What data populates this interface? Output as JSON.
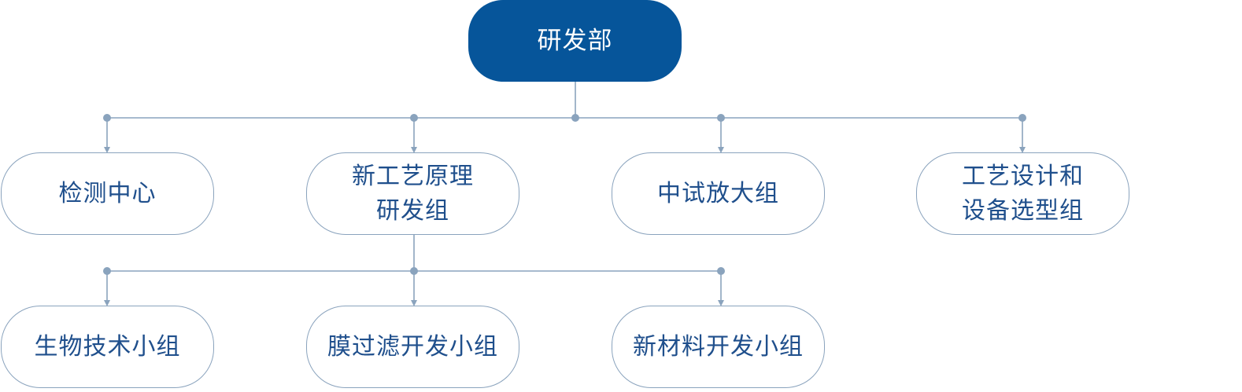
{
  "root": {
    "label": "研发部"
  },
  "level1": [
    {
      "lines": [
        "检测中心"
      ]
    },
    {
      "lines": [
        "新工艺原理",
        "研发组"
      ]
    },
    {
      "lines": [
        "中试放大组"
      ]
    },
    {
      "lines": [
        "工艺设计和",
        "设备选型组"
      ]
    }
  ],
  "level2": [
    {
      "lines": [
        "生物技术小组"
      ]
    },
    {
      "lines": [
        "膜过滤开发小组"
      ]
    },
    {
      "lines": [
        "新材料开发小组"
      ]
    }
  ],
  "colors": {
    "root_fill": "#06559a",
    "node_border": "#8aa3bd",
    "node_text": "#1f4f8c",
    "connector": "#8aa3bd"
  }
}
